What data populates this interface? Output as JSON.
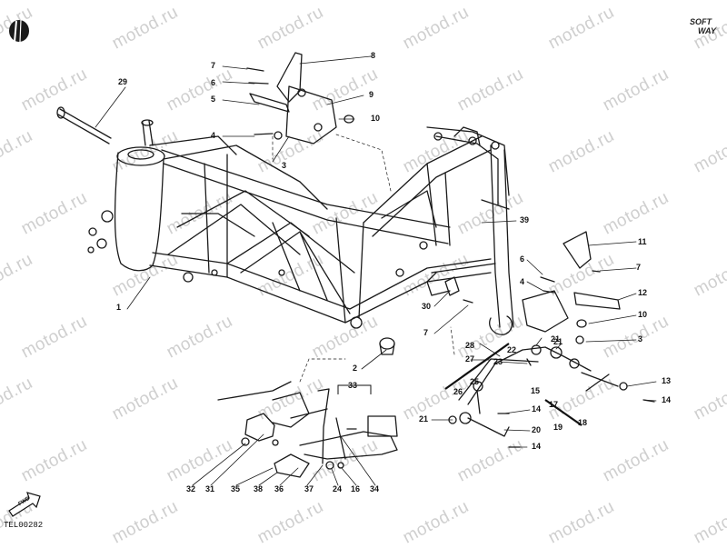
{
  "watermark_text": "motod.ru",
  "brand": {
    "line1": "SOFT",
    "line2": "WAY"
  },
  "drawing_code": "TEL00282",
  "fwd_badge": "FWD",
  "colors": {
    "line": "#1a1a1a",
    "watermark": "#cfcfcf"
  },
  "callouts": [
    "1",
    "2",
    "3",
    "4",
    "5",
    "6",
    "7",
    "8",
    "9",
    "10",
    "11",
    "12",
    "13",
    "14",
    "15",
    "16",
    "17",
    "18",
    "19",
    "20",
    "21",
    "22",
    "23",
    "24",
    "25",
    "26",
    "27",
    "28",
    "29",
    "30",
    "31",
    "32",
    "33",
    "34",
    "35",
    "36",
    "37",
    "38",
    "39"
  ],
  "icons": [
    "sun-logo-icon",
    "fwd-arrow-icon"
  ]
}
